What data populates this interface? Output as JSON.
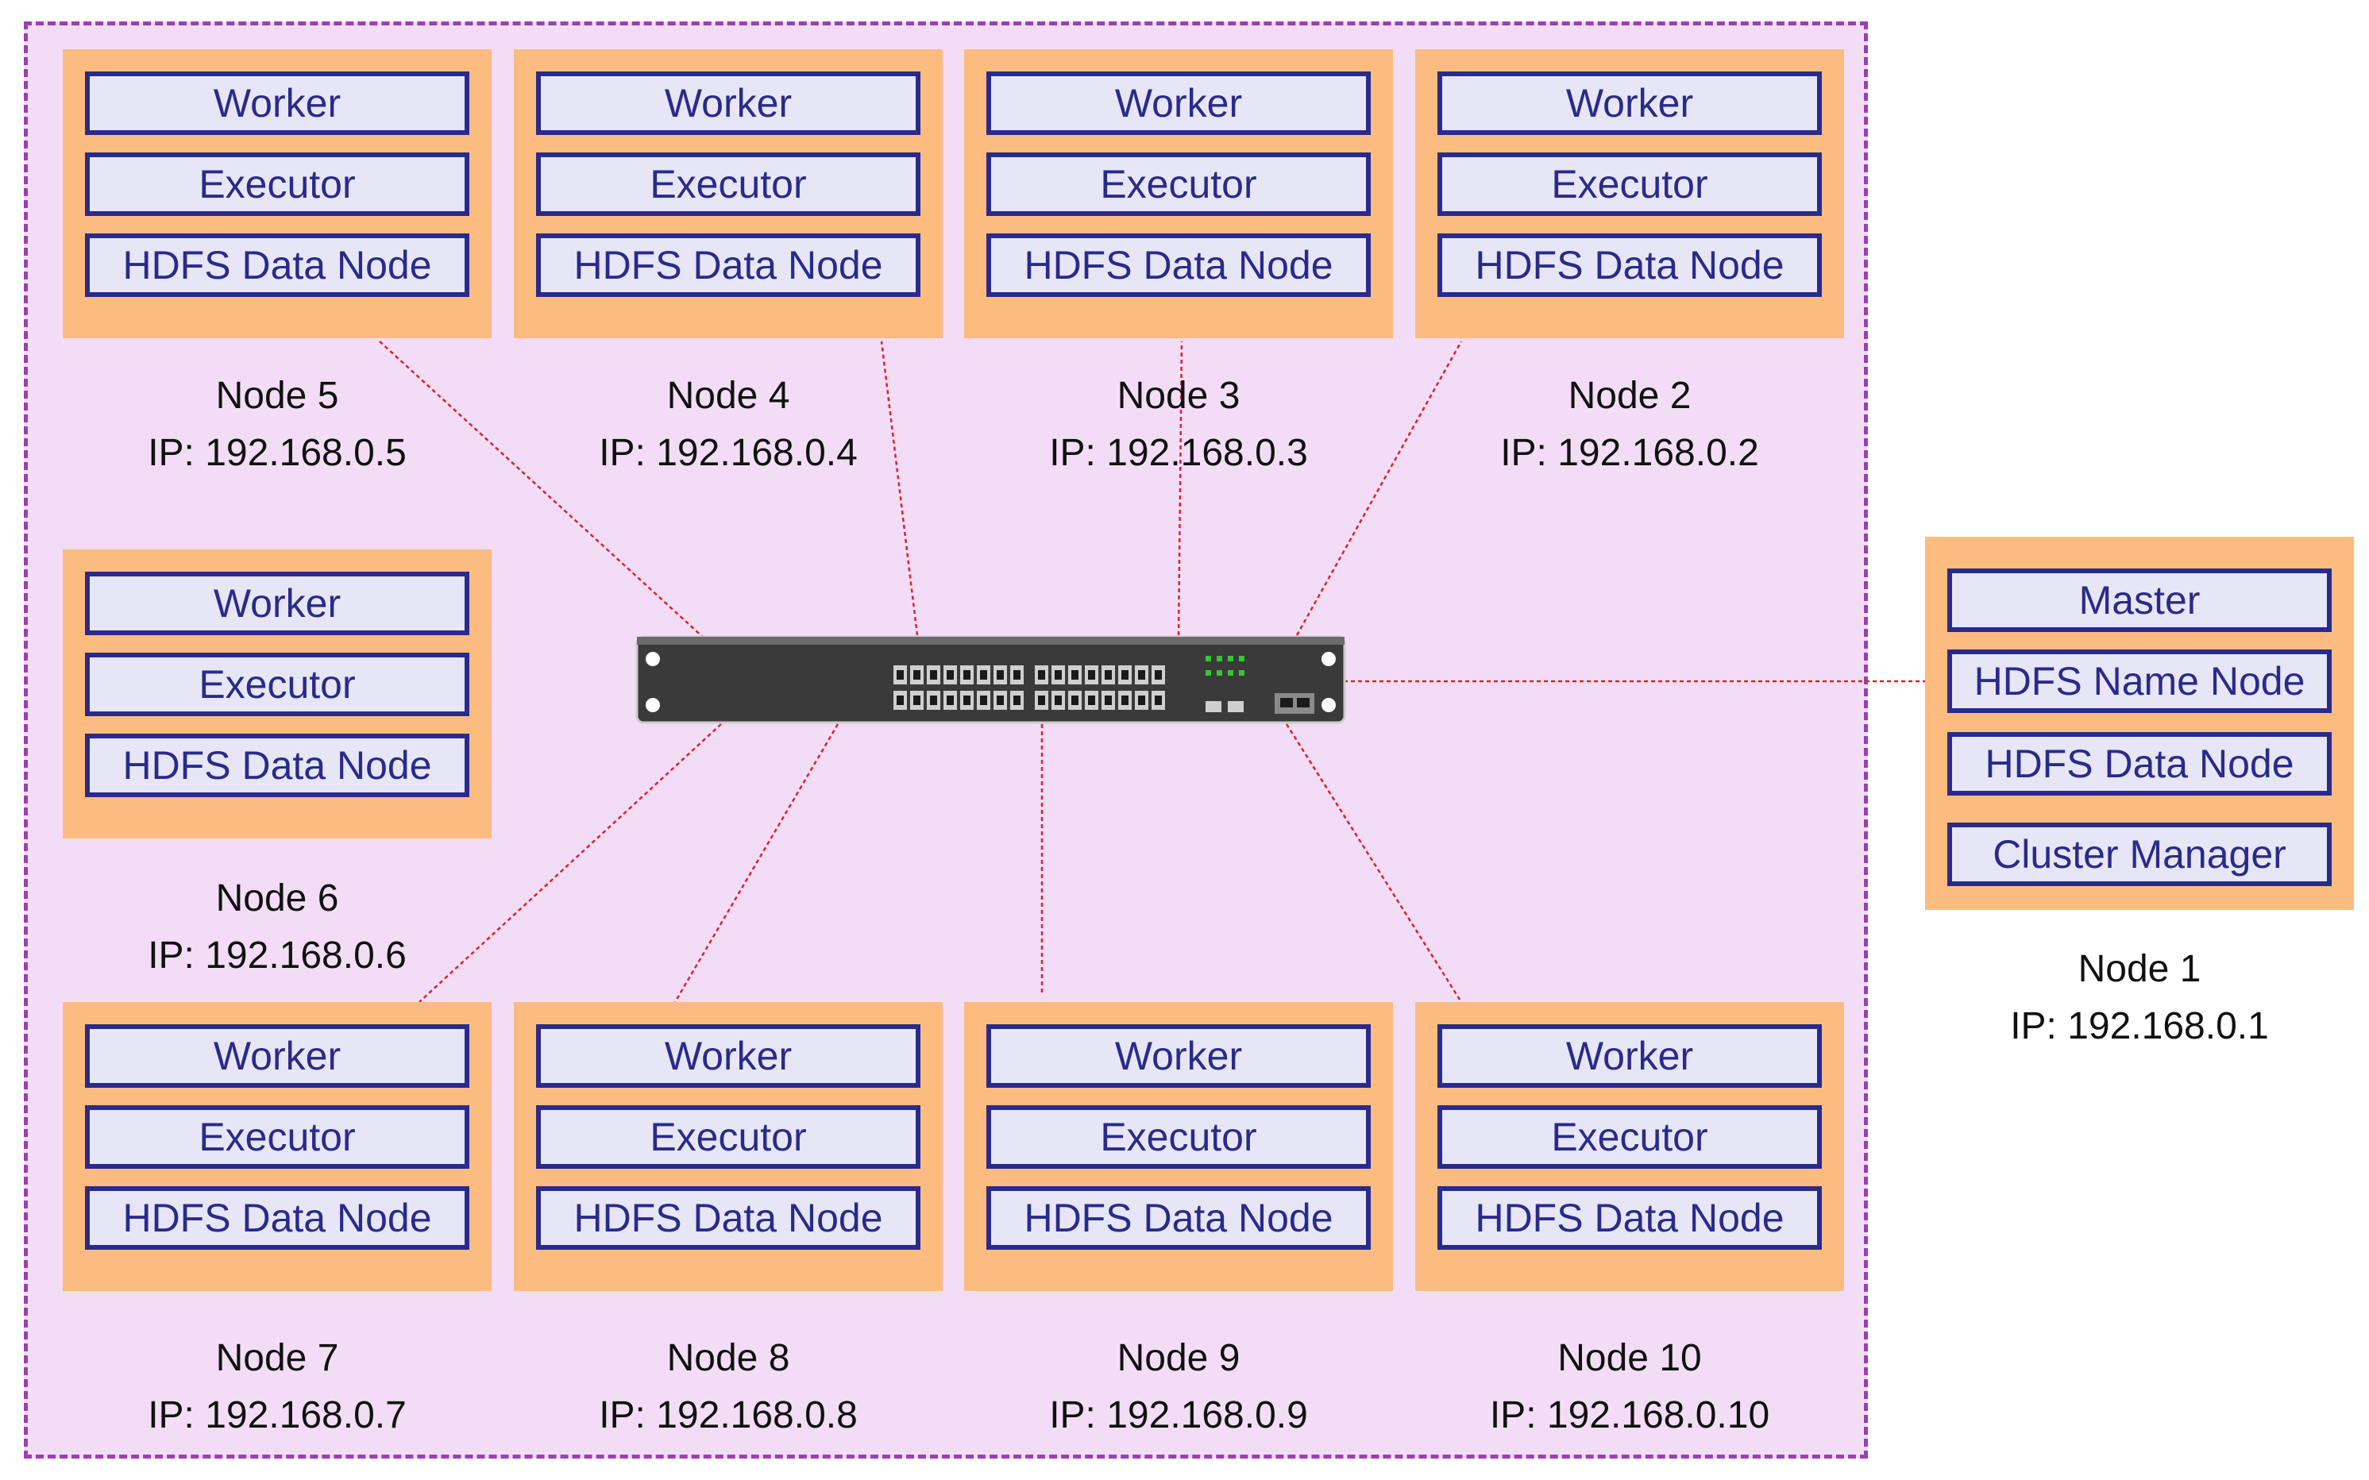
{
  "colors": {
    "cluster_fill": "#f3ddf6",
    "cluster_border": "#9b3fb1",
    "node_fill": "#fcbc80",
    "service_fill": "#e6e6f7",
    "service_border": "#2a2a8c",
    "link": "#e0202a",
    "switch_body": "#3a3a3a"
  },
  "switch_icon": "network-switch-icon",
  "nodes": [
    {
      "name": "Node 1",
      "ip": "IP: 192.168.0.1",
      "services": [
        "Master",
        "HDFS Name Node",
        "HDFS Data Node",
        "Cluster Manager"
      ]
    },
    {
      "name": "Node 2",
      "ip": "IP: 192.168.0.2",
      "services": [
        "Worker",
        "Executor",
        "HDFS Data Node"
      ]
    },
    {
      "name": "Node 3",
      "ip": "IP: 192.168.0.3",
      "services": [
        "Worker",
        "Executor",
        "HDFS Data Node"
      ]
    },
    {
      "name": "Node 4",
      "ip": "IP: 192.168.0.4",
      "services": [
        "Worker",
        "Executor",
        "HDFS Data Node"
      ]
    },
    {
      "name": "Node 5",
      "ip": "IP: 192.168.0.5",
      "services": [
        "Worker",
        "Executor",
        "HDFS Data Node"
      ]
    },
    {
      "name": "Node 6",
      "ip": "IP: 192.168.0.6",
      "services": [
        "Worker",
        "Executor",
        "HDFS Data Node"
      ]
    },
    {
      "name": "Node 7",
      "ip": "IP: 192.168.0.7",
      "services": [
        "Worker",
        "Executor",
        "HDFS Data Node"
      ]
    },
    {
      "name": "Node 8",
      "ip": "IP: 192.168.0.8",
      "services": [
        "Worker",
        "Executor",
        "HDFS Data Node"
      ]
    },
    {
      "name": "Node 9",
      "ip": "IP: 192.168.0.9",
      "services": [
        "Worker",
        "Executor",
        "HDFS Data Node"
      ]
    },
    {
      "name": "Node 10",
      "ip": "IP: 192.168.0.10",
      "services": [
        "Worker",
        "Executor",
        "HDFS Data Node"
      ]
    }
  ]
}
